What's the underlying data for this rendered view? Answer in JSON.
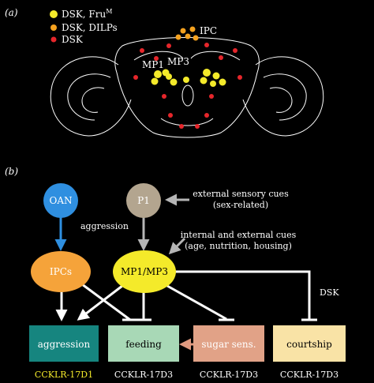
{
  "panel_a": {
    "label": "(a)",
    "legend": [
      {
        "text": "DSK, Fru",
        "superscript": "M",
        "color": "#f4ea2a"
      },
      {
        "text": "DSK, DILPs",
        "superscript": "",
        "color": "#f5a21f"
      },
      {
        "text": "DSK",
        "superscript": "",
        "color": "#e6262b"
      }
    ],
    "neuron_labels": {
      "ipc": "IPC",
      "mp1": "MP1",
      "mp3": "MP3"
    }
  },
  "panel_b": {
    "label": "(b)",
    "nodes": {
      "oan": "OAN",
      "p1": "P1",
      "ipcs": "IPCs",
      "mp": "MP1/MP3"
    },
    "annotations": {
      "aggression_edge": "aggression",
      "external_cues_line1": "external sensory cues",
      "external_cues_line2": "(sex-related)",
      "internal_cues_line1": "internal and external cues",
      "internal_cues_line2": "(age, nutrition, housing)",
      "dsk_edge": "DSK"
    },
    "behaviors": [
      {
        "label": "aggression",
        "receptor": "CCKLR-17D1",
        "fill": "#16857f",
        "receptor_color": "#f4ea2a"
      },
      {
        "label": "feeding",
        "receptor": "CCKLR-17D3",
        "fill": "#a8d8b6",
        "receptor_color": "#ffffff"
      },
      {
        "label": "sugar sens.",
        "receptor": "CCKLR-17D3",
        "fill": "#e1a287",
        "receptor_color": "#ffffff"
      },
      {
        "label": "courtship",
        "receptor": "CCKLR-17D3",
        "fill": "#f9e3a6",
        "receptor_color": "#ffffff"
      }
    ],
    "colors": {
      "oan": "#2f8fe0",
      "p1": "#b3a58f",
      "ipcs": "#f5a33a",
      "mp": "#f4ea2a",
      "arrow_white": "#ffffff",
      "arrow_blue": "#2f8fe0",
      "arrow_grey": "#b5b5b5",
      "arrow_salmon": "#e09a80"
    }
  }
}
